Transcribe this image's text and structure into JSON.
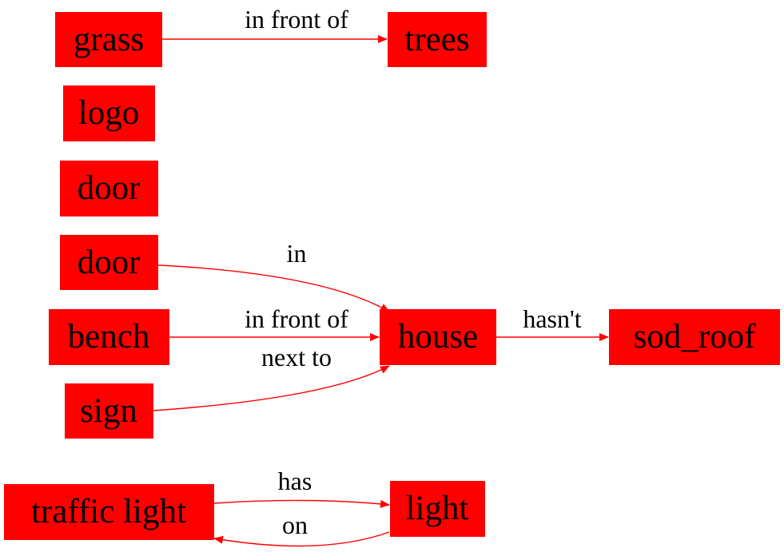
{
  "diagram": {
    "type": "scene-graph",
    "colors": {
      "node_fill": "#ff0000",
      "edge_stroke": "#ff0000",
      "text": "#000000"
    },
    "nodes": {
      "grass": "grass",
      "trees": "trees",
      "logo": "logo",
      "door_1": "door",
      "door_2": "door",
      "bench": "bench",
      "house": "house",
      "sod_roof": "sod_roof",
      "sign": "sign",
      "traffic_light": "traffic light",
      "light": "light"
    },
    "edges": {
      "grass_trees": {
        "from": "grass",
        "to": "trees",
        "label": "in front of"
      },
      "door_house": {
        "from": "door",
        "to": "house",
        "label": "in"
      },
      "bench_house": {
        "from": "bench",
        "to": "house",
        "label": "in front of"
      },
      "sign_house": {
        "from": "sign",
        "to": "house",
        "label": "next to"
      },
      "house_sod_roof": {
        "from": "house",
        "to": "sod_roof",
        "label": "hasn't"
      },
      "traffic_light_light": {
        "from": "traffic light",
        "to": "light",
        "label": "has"
      },
      "light_traffic_light": {
        "from": "light",
        "to": "traffic light",
        "label": "on"
      }
    }
  }
}
